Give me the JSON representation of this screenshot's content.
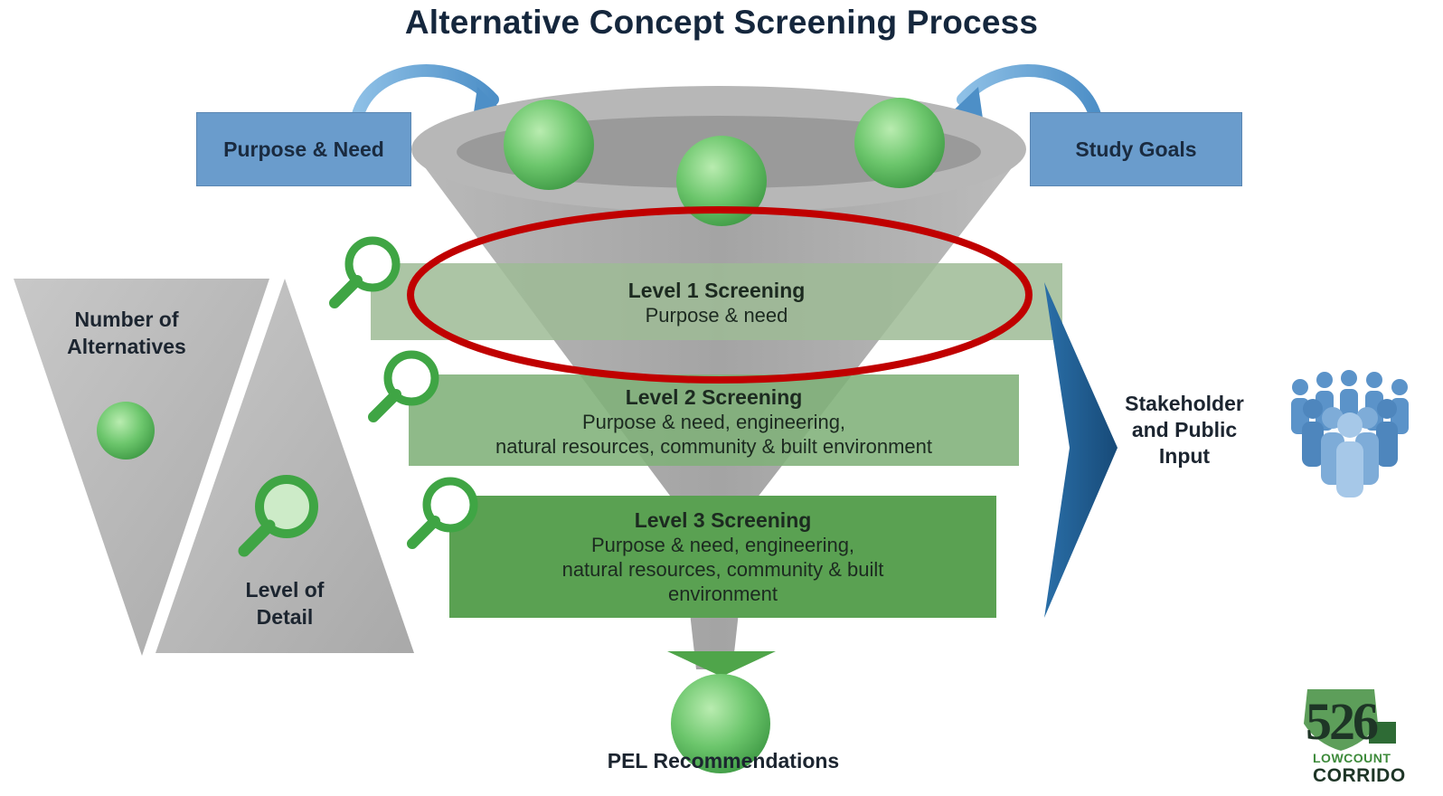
{
  "title": "Alternative Concept Screening Process",
  "inputs": {
    "left": "Purpose & Need",
    "right": "Study Goals"
  },
  "levels": [
    {
      "heading": "Level 1 Screening",
      "detail": "Purpose & need"
    },
    {
      "heading": "Level 2 Screening",
      "detail_lines": [
        "Purpose & need, engineering,",
        "natural resources, community & built environment"
      ]
    },
    {
      "heading": "Level 3 Screening",
      "detail_lines": [
        "Purpose & need, engineering,",
        "natural resources, community & built",
        "environment"
      ]
    }
  ],
  "side": {
    "alternatives_lines": [
      "Number of",
      "Alternatives"
    ],
    "detail_lines": [
      "Level of",
      "Detail"
    ]
  },
  "stakeholder_lines": [
    "Stakeholder",
    "and Public",
    "Input"
  ],
  "output": "PEL Recommendations",
  "logo": {
    "number": "526",
    "line1": "LOWCOUNT",
    "line2": "CORRIDO"
  },
  "colors": {
    "box_blue": "#6a9ccc",
    "funnel_gray": "#a8a8a8",
    "band_light": "#9dbb95",
    "band_mid": "#7fb079",
    "band_dark": "#5aa152",
    "highlight_ellipse": "#c00000",
    "chevron_blue": "#1f5f94",
    "sphere_green": "#6cc66c"
  }
}
